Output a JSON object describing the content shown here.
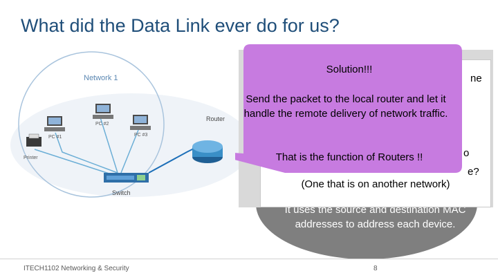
{
  "slide": {
    "title": "What did the Data Link ever do for us?",
    "footer_left": "ITECH1102 Networking & Security",
    "page_number": "8"
  },
  "diagram": {
    "network_label": "Network 1",
    "pc1": "PC #1",
    "pc2": "PC #2",
    "pc3": "PC #3",
    "printer": "Printer",
    "switch": "Switch",
    "router": "Router"
  },
  "card": {
    "fragment_1": "ne",
    "fragment_2": "o",
    "fragment_3": "e?",
    "line": "(One that is on another network)"
  },
  "oval": {
    "text": "It uses the source and destination MAC addresses to address each device."
  },
  "callout": {
    "title": "Solution!!!",
    "body": "Send the packet to the local router and let it handle the remote delivery of network traffic.",
    "footer": "That is the function of Routers !!"
  },
  "colors": {
    "title": "#1f4e79",
    "callout_fill": "#c77be0",
    "oval_fill": "#7f7f7f",
    "router": "#3a8fc7"
  }
}
